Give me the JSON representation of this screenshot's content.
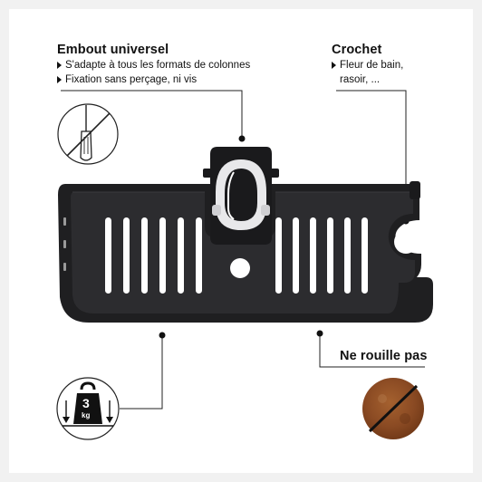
{
  "features": {
    "universal": {
      "title": "Embout universel",
      "bullets": [
        "S'adapte à tous les formats de colonnes",
        "Fixation sans perçage, ni vis"
      ]
    },
    "hook": {
      "title": "Crochet",
      "bullet": "Fleur de bain,",
      "bullet_cont": "rasoir, ..."
    },
    "rust": {
      "title": "Ne rouille pas"
    },
    "weight": {
      "value": "3",
      "unit": "kg"
    }
  },
  "icons": [
    "no-screwdriver-icon",
    "weight-3kg-icon",
    "no-rust-icon"
  ],
  "colors": {
    "product": "#1c1c1e",
    "rust": "#8a4a23",
    "line": "#222222"
  }
}
